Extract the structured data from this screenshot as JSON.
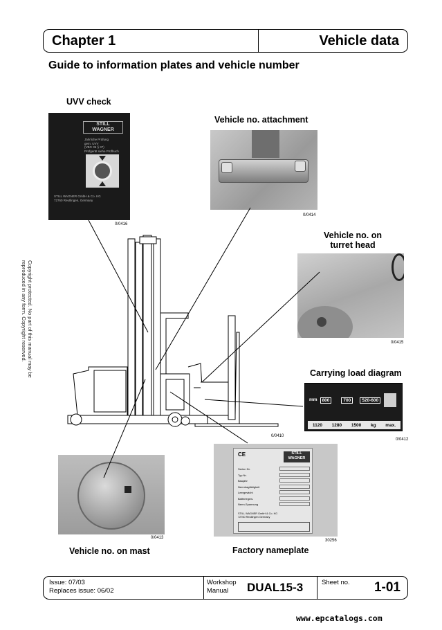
{
  "header": {
    "chapter": "Chapter 1",
    "section": "Vehicle data"
  },
  "subtitle": "Guide to information plates and vehicle number",
  "labels": {
    "uvv_check": "UVV check",
    "vehicle_attachment": "Vehicle no. attachment",
    "turret_head_1": "Vehicle no. on",
    "turret_head_2": "turret head",
    "load_diagram": "Carrying load diagram",
    "mast": "Vehicle no. on mast",
    "nameplate": "Factory nameplate"
  },
  "refs": {
    "uvv": "0/0416",
    "attachment": "0/0414",
    "turret": "0/0415",
    "truck": "0/0410",
    "load": "0/0412",
    "mast": "0/0413",
    "nameplate": "30256"
  },
  "copyright": "Copyright protected. No part of this manual may be reproduced in any form. Copyright reserved.",
  "uvv_plate": {
    "brand_1": "STILL",
    "brand_2": "WAGNER",
    "text_1": "Jährliche Prüfung",
    "text_2": "gem. UVV",
    "text_3": "(VBG 36 § 37)",
    "text_4": "Prüfgerät siehe Prüfbuch",
    "footer_1": "STILL WAGNER GmbH & Co. KG",
    "footer_2": "72760 Reutlingen, Germany"
  },
  "load_diagram": {
    "row1": [
      "mm",
      "800",
      "700",
      "520-600"
    ],
    "row2": [
      "1120",
      "1280",
      "1500",
      "kg",
      "max."
    ]
  },
  "nameplate": {
    "ce": "CE",
    "brand_1": "STILL",
    "brand_2": "WAGNER",
    "fields": [
      "Serien Nr.",
      "Typ Nr.",
      "Baujahr",
      "Nenntragfähigkeit",
      "Leergewicht",
      "Batteriegew.",
      "Nenn-Spannung"
    ],
    "footer_1": "STILL WAGNER GmbH & Co. KG",
    "footer_2": "72760 Reutlingen Germany"
  },
  "footer": {
    "issue": "Issue:   07/03",
    "replaces": "Replaces issue: 06/02",
    "workshop": "Workshop",
    "manual": "Manual",
    "model": "DUAL15-3",
    "sheet_label": "Sheet no.",
    "sheet_number": "1-01"
  },
  "website": "www.epcatalogs.com"
}
